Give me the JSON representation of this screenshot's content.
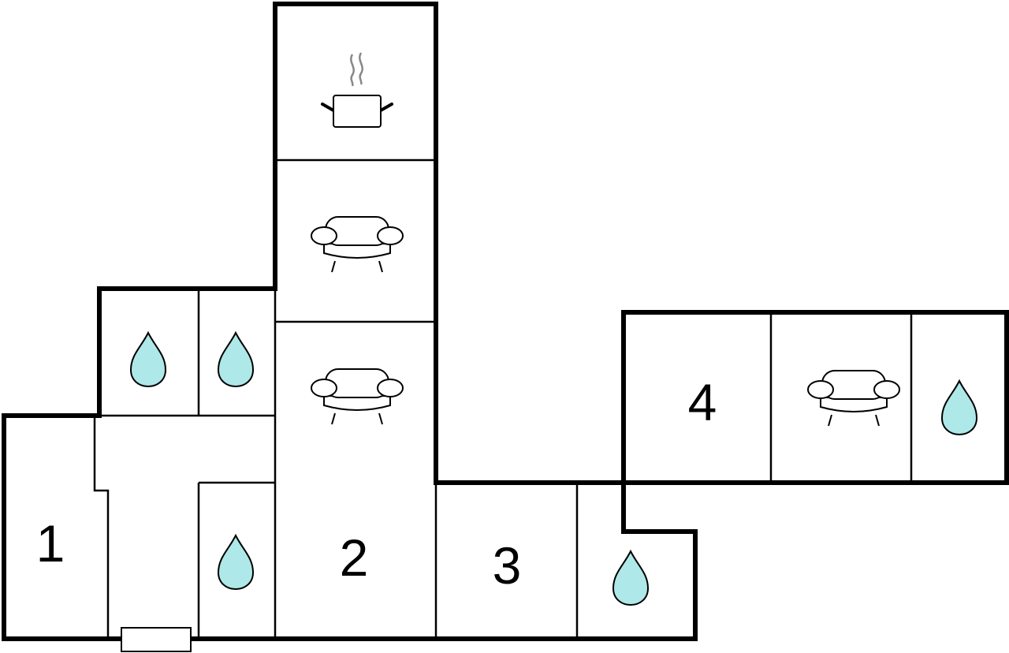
{
  "rooms": {
    "room_1": "1",
    "room_2": "2",
    "room_3": "3",
    "room_4": "4"
  },
  "icons": {
    "bathroom": "water-drop-icon",
    "living": "sofa-icon",
    "kitchen": "cooking-pot-icon",
    "entrance": "door-icon"
  },
  "colors": {
    "water_drop_fill": "#aee8e8",
    "walls": "#000000",
    "steam": "#888888",
    "background": "#ffffff"
  }
}
